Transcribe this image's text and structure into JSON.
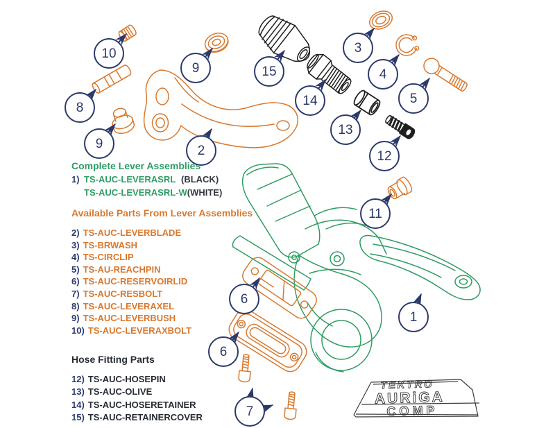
{
  "colors": {
    "accent_green": "#2e9d64",
    "accent_orange": "#d8792f",
    "navy": "#2b3a6b",
    "ink": "#262b33",
    "part_black": "#1f1f1f"
  },
  "sections": {
    "complete": {
      "heading": "Complete Lever Assemblies",
      "items": [
        {
          "num": "1)",
          "code": "TS-AUC-LEVERASRL",
          "variant": "(BLACK)"
        },
        {
          "num": "",
          "code": "TS-AUC-LEVERASRL-W",
          "variant": "(WHITE)"
        }
      ]
    },
    "available": {
      "heading": "Available Parts From Lever Assemblies",
      "items": [
        {
          "num": "2)",
          "code": "TS-AUC-LEVERBLADE"
        },
        {
          "num": "3)",
          "code": "TS-BRWASH"
        },
        {
          "num": "4)",
          "code": "TS-CIRCLIP"
        },
        {
          "num": "5)",
          "code": "TS-AU-REACHPIN"
        },
        {
          "num": "6)",
          "code": "TS-AUC-RESERVOIRLID"
        },
        {
          "num": "7)",
          "code": "TS-AUC-RESBOLT"
        },
        {
          "num": "8)",
          "code": "TS-AUC-LEVERAXEL"
        },
        {
          "num": "9)",
          "code": "TS-AUC-LEVERBUSH"
        },
        {
          "num": "10)",
          "code": "TS-AUC-LEVERAXBOLT"
        }
      ]
    },
    "hose": {
      "heading": "Hose Fitting Parts",
      "items": [
        {
          "num": "12)",
          "code": "TS-AUC-HOSEPIN"
        },
        {
          "num": "13)",
          "code": "TS-AUC-OLIVE"
        },
        {
          "num": "14)",
          "code": "TS-AUC-HOSERETAINER"
        },
        {
          "num": "15)",
          "code": "TS-AUC-RETAINERCOVER"
        }
      ]
    }
  },
  "callouts": [
    {
      "label": "10"
    },
    {
      "label": "9"
    },
    {
      "label": "8"
    },
    {
      "label": "9"
    },
    {
      "label": "2"
    },
    {
      "label": "15"
    },
    {
      "label": "14"
    },
    {
      "label": "3"
    },
    {
      "label": "4"
    },
    {
      "label": "5"
    },
    {
      "label": "13"
    },
    {
      "label": "12"
    },
    {
      "label": "11"
    },
    {
      "label": "6"
    },
    {
      "label": "6"
    },
    {
      "label": "7"
    },
    {
      "label": "1"
    }
  ],
  "logo": {
    "tektro": "TEKTRO",
    "auriga": "AURiGA",
    "comp": "COMP"
  }
}
